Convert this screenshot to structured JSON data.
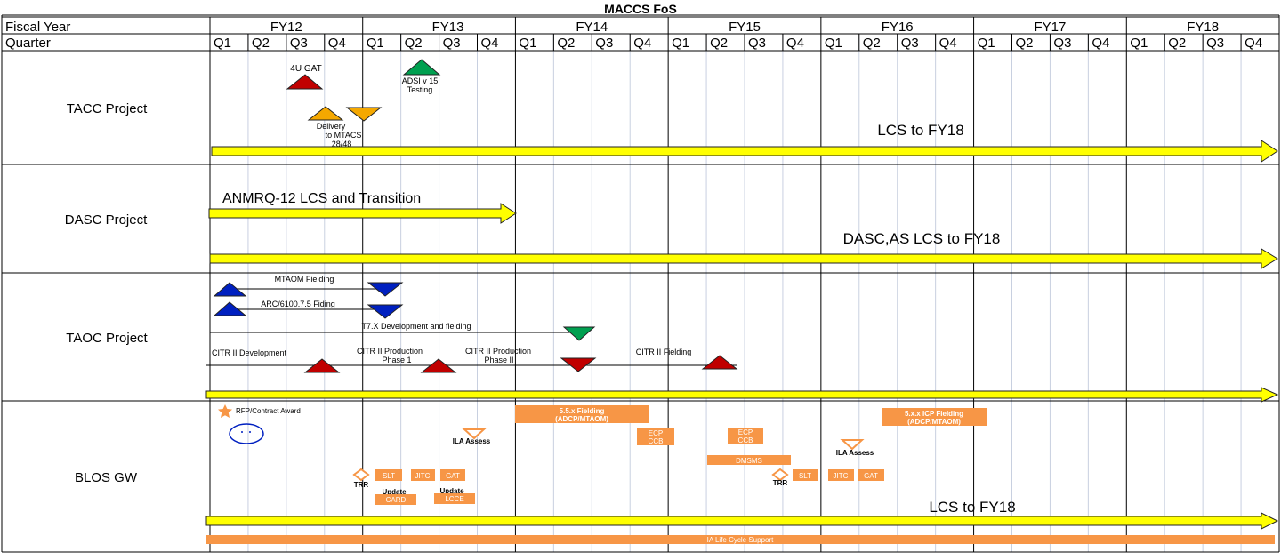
{
  "title": "MACCS FoS",
  "header": {
    "fiscal_year_label": "Fiscal Year",
    "quarter_label": "Quarter",
    "years": [
      "FY12",
      "FY13",
      "FY14",
      "FY15",
      "FY16",
      "FY17",
      "FY18"
    ],
    "quarters": [
      "Q1",
      "Q2",
      "Q3",
      "Q4"
    ]
  },
  "rows": [
    {
      "id": "tacc",
      "label": "TACC Project"
    },
    {
      "id": "dasc",
      "label": "DASC Project"
    },
    {
      "id": "taoc",
      "label": "TAOC Project"
    },
    {
      "id": "blos",
      "label": "BLOS GW"
    }
  ],
  "tacc": {
    "gat_label": "4U GAT",
    "adsi_label": "ADSI v 15",
    "adsi_label2": "Testing",
    "delivery_label": "Delivery",
    "delivery_label2": "to MTACS",
    "delivery_label3": "28/48",
    "lcs_label": "LCS to FY18"
  },
  "dasc": {
    "anmrq_label": "ANMRQ-12 LCS and Transition",
    "lcs_label": "DASC,AS LCS to FY18"
  },
  "taoc": {
    "mtaom_label": "MTAOM Fielding",
    "arc_label": "ARC/6100.7.5 Fiding",
    "t7x_label": "T7.X Development and fielding",
    "citr_dev_label": "CITR II Development",
    "citr_prod1_label": "CITR II Production",
    "citr_prod1_label2": "Phase 1",
    "citr_prod2_label": "CITR II Production",
    "citr_prod2_label2": "Phase II",
    "citr_field_label": "CITR II Fielding"
  },
  "blos": {
    "rfp_label": "RFP/Contract Award",
    "ila1_label": "ILA Assess",
    "ila2_label": "ILA Assess",
    "trr1_label": "TRR",
    "trr2_label": "TRR",
    "slt1_label": "SLT",
    "jitc1_label": "JITC",
    "gat1_label": "GAT",
    "slt2_label": "SLT",
    "jitc2_label": "JITC",
    "gat2_label": "GAT",
    "update_card_label": "Update",
    "card_label": "CARD",
    "update_lcce_label": "Update",
    "lcce_label": "LCCE",
    "fielding55_label": "5.5.x Fielding",
    "fielding55_label2": "(ADCP/MTAOM)",
    "ecp1_label": "ECP",
    "ccb1_label": "CCB",
    "ecp2_label": "ECP",
    "ccb2_label": "CCB",
    "dmsms_label": "DMSMS",
    "icp_fielding_label": "5.x.x ICP Fielding",
    "icp_fielding_label2": "(ADCP/MTAOM)",
    "lcs_label": "LCS to FY18",
    "ia_label": "IA Life Cycle Support"
  },
  "colors": {
    "yellow": "#ffff00",
    "orange": "#f79646",
    "red": "#c00000",
    "green": "#00a050",
    "blue": "#0020c0",
    "gold": "#f5a800",
    "grid_minor": "#c8d0e0"
  }
}
